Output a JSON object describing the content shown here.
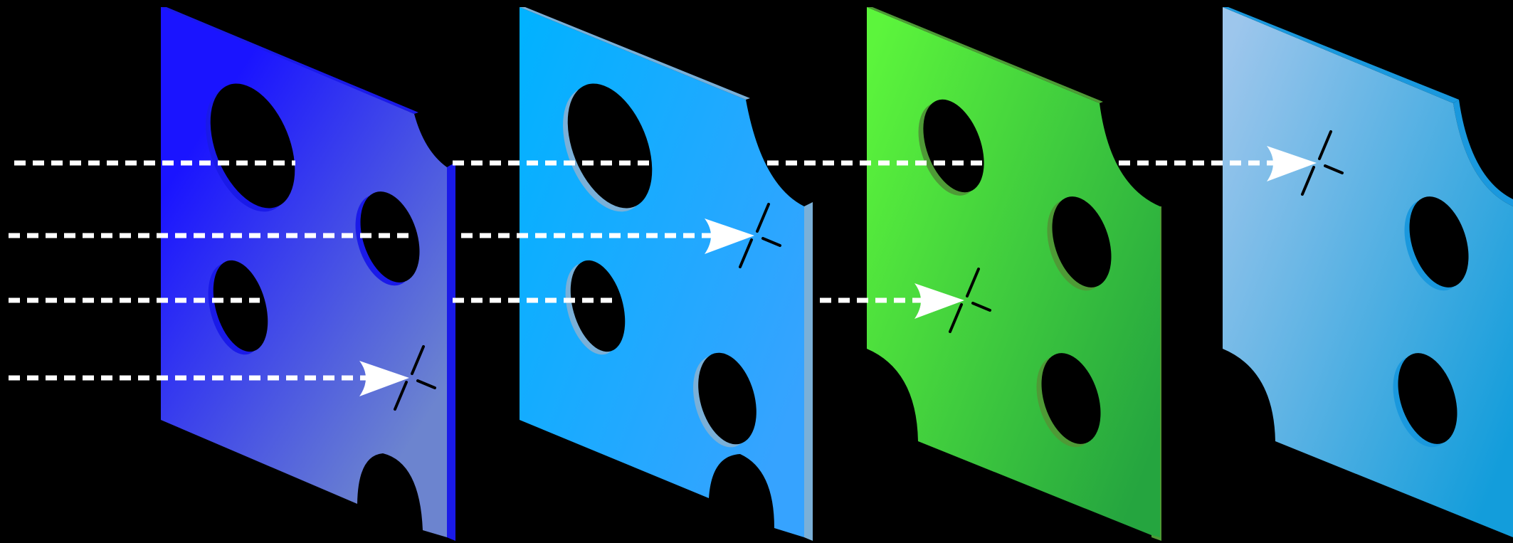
{
  "diagram": {
    "background_color": "#000000",
    "slices": [
      {
        "name": "slice-1",
        "face_start": "#1a14ff",
        "face_end": "#6c84cf",
        "edge_color": "#1a1ae8"
      },
      {
        "name": "slice-2",
        "face_start": "#00b2ff",
        "face_end": "#36a3ff",
        "edge_color": "#7ab0d8"
      },
      {
        "name": "slice-3",
        "face_start": "#5cf53c",
        "face_end": "#25a53f",
        "edge_color": "#4e9a36"
      },
      {
        "name": "slice-4",
        "face_start": "#9dc6ec",
        "face_end": "#139ddb",
        "edge_color": "#1a98dd"
      }
    ],
    "arrow_color": "#ffffff",
    "stop_mark_color": "#000000",
    "trajectories": [
      {
        "name": "trajectory-1",
        "stops_at_slice": 4
      },
      {
        "name": "trajectory-2",
        "stops_at_slice": 2
      },
      {
        "name": "trajectory-3",
        "stops_at_slice": 3
      },
      {
        "name": "trajectory-4",
        "stops_at_slice": 1
      }
    ]
  }
}
